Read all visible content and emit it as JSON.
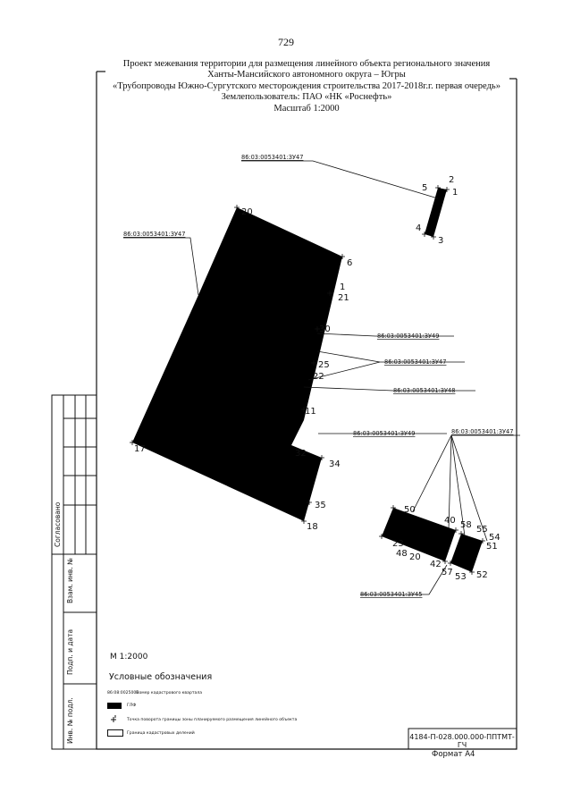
{
  "page_number": "729",
  "header": {
    "line1": "Проект  межевания территории для размещения линейного объекта регионального значения",
    "line2": "Ханты-Мансийского автономного округа – Югры",
    "line3": "«Трубопроводы Южно-Сургутского месторождения строительства 2017-2018г.г. первая очередь»",
    "line4": "Землепользователь: ПАО «НК «Роснефть»",
    "line5": "Масштаб 1:2000"
  },
  "callouts": {
    "top": "86:03:0053401:ЗУ47",
    "left": "86:03:0053401:ЗУ47",
    "zu49_a": "86:03:0053401:ЗУ49",
    "zu47_b": "86:03:0053401:ЗУ47",
    "zu48": "86:03:0053401:ЗУ48",
    "zu49_b": "86:03:0053401:ЗУ49",
    "zu47_c": "86:03:0053401:ЗУ47",
    "zu45": "86:03:0053401:ЗУ45"
  },
  "points": {
    "p5": "5",
    "p2": "2",
    "p1a": "1",
    "p4": "4",
    "p3": "3",
    "p20a": "20",
    "p6": "6",
    "p1b": "1",
    "p21": "21",
    "p30": "30",
    "p25": "25",
    "p22": "22",
    "p11": "11",
    "p17": "17",
    "p32": "32",
    "p34": "34",
    "p35": "35",
    "p18": "18",
    "p50": "50",
    "p40": "40",
    "p58": "58",
    "p55": "55",
    "p54": "54",
    "p51": "51",
    "p23": "23",
    "p48": "48",
    "p20b": "20",
    "p42": "42",
    "p57": "57",
    "p53": "53",
    "p52": "52"
  },
  "scale_note": "М 1:2000",
  "legend": {
    "title": "Условные обозначения",
    "items": [
      {
        "symbol": "86:08:0025001",
        "text": "Номер кадастрового квартала"
      },
      {
        "symbol": "",
        "text": "ГЛФ"
      },
      {
        "symbol": "",
        "text": "Точка поворота границы зоны планируемого размещения линейного объекта"
      },
      {
        "symbol": "",
        "text": "Граница кадастровых делений"
      }
    ]
  },
  "side_stamp": {
    "soglasovano": "Согласовано",
    "vzam": "Взам. инв. №",
    "podp": "Подп. и дата",
    "inv": "Инв. № подл."
  },
  "stamp_code": "4184-П-028.000.000-ППТМТ-ГЧ",
  "format": "Формат А4",
  "colors": {
    "fill": "#000000",
    "line": "#111111"
  }
}
